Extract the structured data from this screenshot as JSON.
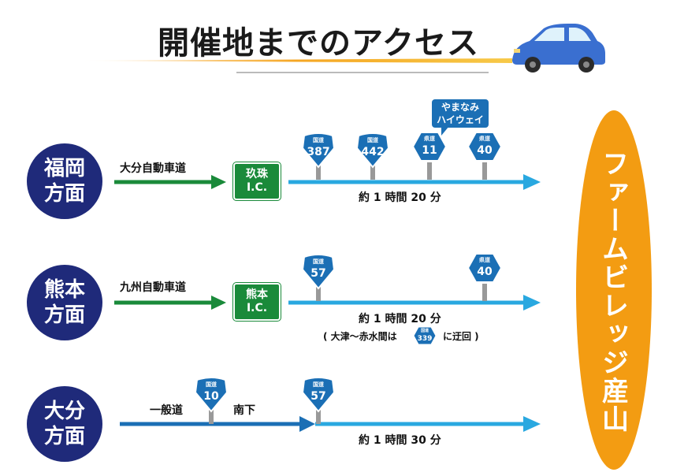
{
  "title": "開催地までのアクセス",
  "destination": "ファームビレッジ産山",
  "routes": [
    {
      "origin_line1": "福岡",
      "origin_line2": "方面",
      "road": "大分自動車道",
      "ic_line1": "玖珠",
      "ic_line2": "I.C.",
      "time": "約 1 時間 20 分"
    },
    {
      "origin_line1": "熊本",
      "origin_line2": "方面",
      "road": "九州自動車道",
      "ic_line1": "熊本",
      "ic_line2": "I.C.",
      "time": "約 1 時間 20 分",
      "note_prefix": "( 大津〜赤水間は",
      "note_suffix": "に迂回 )"
    },
    {
      "origin_line1": "大分",
      "origin_line2": "方面",
      "road": "一般道",
      "direction": "南下",
      "time": "約 1 時間 30 分"
    }
  ],
  "signs": {
    "s387": {
      "type": "国道",
      "number": "387"
    },
    "s442": {
      "type": "国道",
      "number": "442"
    },
    "s11": {
      "type": "県道",
      "number": "11"
    },
    "s40a": {
      "type": "県道",
      "number": "40"
    },
    "s57a": {
      "type": "国道",
      "number": "57"
    },
    "s40b": {
      "type": "県道",
      "number": "40"
    },
    "s339": {
      "type": "国道",
      "number": "339"
    },
    "s10": {
      "type": "国道",
      "number": "10"
    },
    "s57b": {
      "type": "国道",
      "number": "57"
    }
  },
  "highway_tag": {
    "line1": "やまなみ",
    "line2": "ハイウェイ"
  },
  "colors": {
    "origin_circle": "#1f2a7a",
    "expressway_arrow": "#1a8a3a",
    "local_arrow": "#29a8e0",
    "oita_arrow": "#1b6fb5",
    "destination": "#f39c12",
    "sign": "#1b6fb5",
    "car": "#3a6fd0"
  }
}
